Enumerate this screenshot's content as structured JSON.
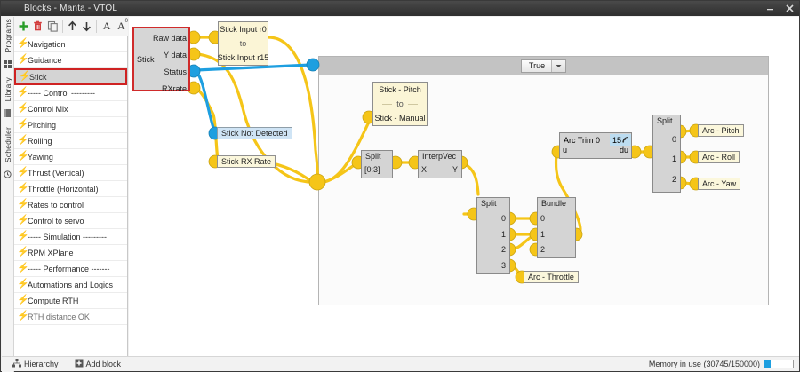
{
  "window": {
    "title": "Blocks - Manta - VTOL",
    "minimize_label": "minimize",
    "close_label": "close"
  },
  "side_tabs": [
    {
      "label": "Programs",
      "icon": "list-icon"
    },
    {
      "label": "Library",
      "icon": "book-icon"
    },
    {
      "label": "Scheduler",
      "icon": "clock-icon"
    }
  ],
  "toolbar": {
    "buttons": [
      {
        "name": "add-button",
        "glyph": "+",
        "color": "#2a9d2a"
      },
      {
        "name": "delete-button",
        "glyph": "✕",
        "color": "#d02b2b"
      },
      {
        "name": "copy-button",
        "glyph": "⧉",
        "color": "#666666"
      },
      {
        "name": "move-up-button",
        "glyph": "↑",
        "color": "#444444"
      },
      {
        "name": "move-down-button",
        "glyph": "↓",
        "color": "#444444"
      },
      {
        "name": "rename-button",
        "glyph": "A",
        "color": "#444444"
      },
      {
        "name": "rename-zero-button",
        "glyph": "A",
        "superscript": "0",
        "color": "#444444"
      }
    ]
  },
  "program_list": {
    "selected": "Stick",
    "items": [
      {
        "label": "Navigation",
        "enabled": true
      },
      {
        "label": "Guidance",
        "enabled": true
      },
      {
        "label": "Stick",
        "enabled": true
      },
      {
        "label": "----- Control ---------",
        "enabled": true
      },
      {
        "label": "Control Mix",
        "enabled": true
      },
      {
        "label": "Pitching",
        "enabled": true
      },
      {
        "label": "Rolling",
        "enabled": true
      },
      {
        "label": "Yawing",
        "enabled": true
      },
      {
        "label": "Thrust (Vertical)",
        "enabled": true
      },
      {
        "label": "Throttle (Horizontal)",
        "enabled": true
      },
      {
        "label": "Rates to control",
        "enabled": true
      },
      {
        "label": "Control to servo",
        "enabled": true
      },
      {
        "label": "----- Simulation ---------",
        "enabled": true
      },
      {
        "label": "RPM XPlane",
        "enabled": true
      },
      {
        "label": "----- Performance -------",
        "enabled": true
      },
      {
        "label": "Automations and Logics",
        "enabled": true
      },
      {
        "label": "Compute RTH",
        "enabled": true
      },
      {
        "label": "RTH distance OK",
        "enabled": false
      }
    ]
  },
  "canvas": {
    "source_block": {
      "name": "Stick",
      "ports": [
        "Raw data",
        "Y data",
        "Status",
        "RXrate"
      ]
    },
    "conversion_nodes": [
      {
        "id": "stick-input-range",
        "from": "Stick Input r0",
        "middle": "to",
        "to": "Stick Input r15"
      },
      {
        "id": "stick-pitch-manual",
        "from": "Stick - Pitch",
        "middle": "to",
        "to": "Stick - Manual"
      }
    ],
    "label_nodes": [
      {
        "id": "stick-not-detected",
        "label": "Stick Not Detected",
        "style": "blue"
      },
      {
        "id": "stick-rx-rate",
        "label": "Stick RX Rate",
        "style": "yellow"
      },
      {
        "id": "arc-throttle",
        "label": "Arc - Throttle",
        "style": "yellow"
      },
      {
        "id": "arc-pitch",
        "label": "Arc - Pitch",
        "style": "yellow"
      },
      {
        "id": "arc-roll",
        "label": "Arc - Roll",
        "style": "yellow"
      },
      {
        "id": "arc-yaw",
        "label": "Arc - Yaw",
        "style": "yellow"
      }
    ],
    "process_nodes": [
      {
        "id": "split-range",
        "title": "Split",
        "sub": "[0:3]"
      },
      {
        "id": "interpvec",
        "title": "InterpVec",
        "in": "X",
        "out": "Y"
      },
      {
        "id": "split-4",
        "title": "Split",
        "outputs": [
          "0",
          "1",
          "2",
          "3"
        ]
      },
      {
        "id": "bundle-3",
        "title": "Bundle",
        "inputs": [
          "0",
          "1",
          "2"
        ]
      },
      {
        "id": "split-3",
        "title": "Split",
        "outputs": [
          "0",
          "1",
          "2"
        ]
      }
    ],
    "trim_node": {
      "title": "Arc Trim 0",
      "badge_value": "15",
      "badge_icon": "signal-icon",
      "input": "u",
      "output": "du"
    },
    "group": {
      "condition_value": "True",
      "dropdown_icon": "chevron-down-icon"
    }
  },
  "statusbar": {
    "hierarchy_label": "Hierarchy",
    "hierarchy_icon": "hierarchy-icon",
    "add_block_label": "Add block",
    "add_block_icon": "plus-square-icon",
    "memory_label": "Memory in use (30745/150000)",
    "memory_used": 30745,
    "memory_total": 150000
  },
  "colors": {
    "wire_yellow": "#f5c518",
    "wire_blue": "#1e9fe0",
    "selection_red": "#d02b2b",
    "accent_blue": "#1e9fe0"
  }
}
